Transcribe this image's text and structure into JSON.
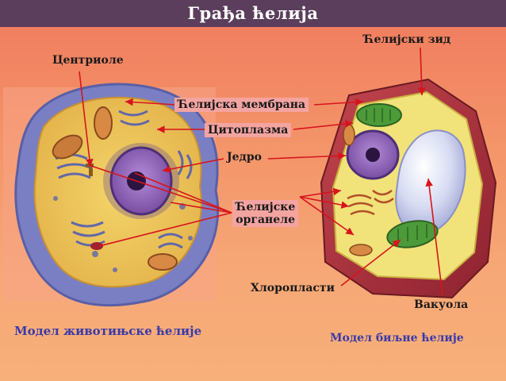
{
  "title": "Грађа ћелија",
  "labels": {
    "centrioles": "Центриоле",
    "cell_wall": "Ћелијски зид",
    "cell_membrane": "Ћелијска мембрана",
    "cytoplasm": "Цитоплазма",
    "nucleus": "Једро",
    "organelles_line1": "Ћелијске",
    "organelles_line2": "органеле",
    "chloroplasts": "Хлоропласти",
    "vacuole": "Вакуола"
  },
  "captions": {
    "animal": "Модел животињске ћелије",
    "plant": "Модел биљне ћелије"
  },
  "colors": {
    "header": "#5b3d5c",
    "caption": "#3a3aa8",
    "label_box": "#f4a4a0",
    "pointer": "#d8141c"
  }
}
